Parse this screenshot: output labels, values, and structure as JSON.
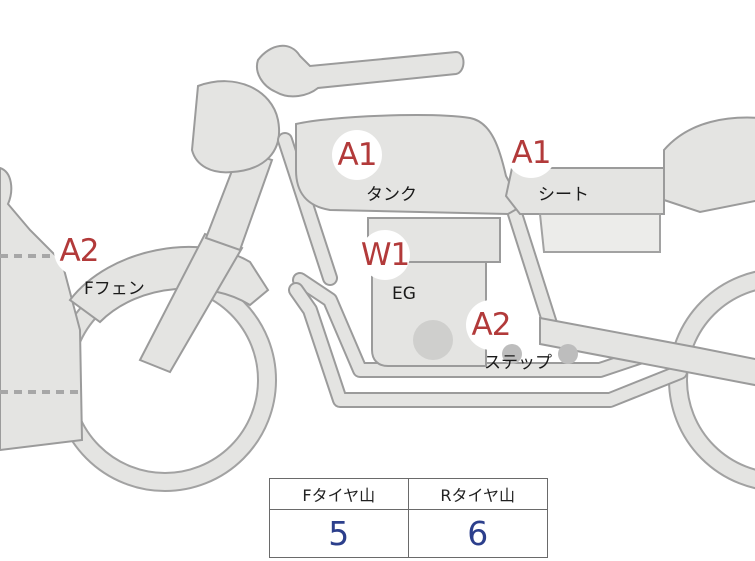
{
  "markers": {
    "tank": {
      "code": "A1",
      "label": "タンク"
    },
    "seat": {
      "code": "A1",
      "label": "シート"
    },
    "fender": {
      "code": "A2",
      "label": "Fフェン"
    },
    "engine": {
      "code": "W1",
      "label": "EG"
    },
    "step": {
      "code": "A2",
      "label": "ステップ"
    }
  },
  "tread_table": {
    "front_header": "Fタイヤ山",
    "rear_header": "Rタイヤ山",
    "front_value": "5",
    "rear_value": "6"
  },
  "colors": {
    "marker_text": "#b23a3a",
    "value_text": "#2c3f8c",
    "part_fill": "#e4e4e2"
  }
}
